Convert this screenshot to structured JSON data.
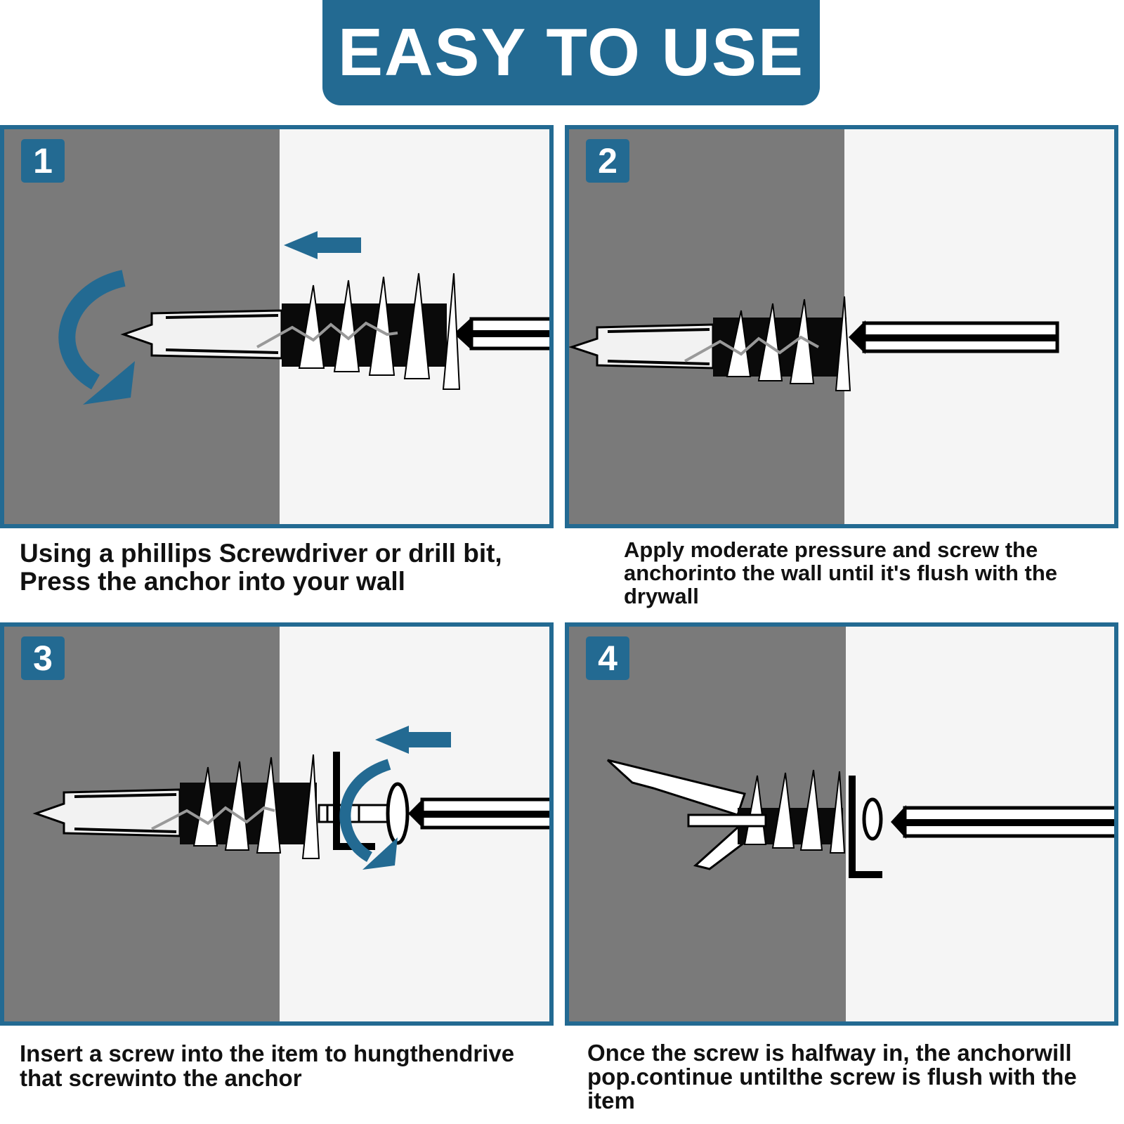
{
  "header": {
    "title": "EASY TO USE"
  },
  "steps": [
    {
      "number": "1",
      "caption": "Using a phillips Screwdriver or drill bit, Press the anchor into your wall"
    },
    {
      "number": "2",
      "caption": "Apply moderate pressure and screw the anchorinto the wall until it's flush with the drywall"
    },
    {
      "number": "3",
      "caption": "Insert a screw into the item to hungthendrive that screwinto the anchor"
    },
    {
      "number": "4",
      "caption": "Once the screw is halfway in,  the anchorwill pop.continue untilthe screw is flush with the item"
    }
  ],
  "colors": {
    "accent": "#236a92",
    "wall": "#7a7a7a",
    "background": "#f5f5f5"
  }
}
